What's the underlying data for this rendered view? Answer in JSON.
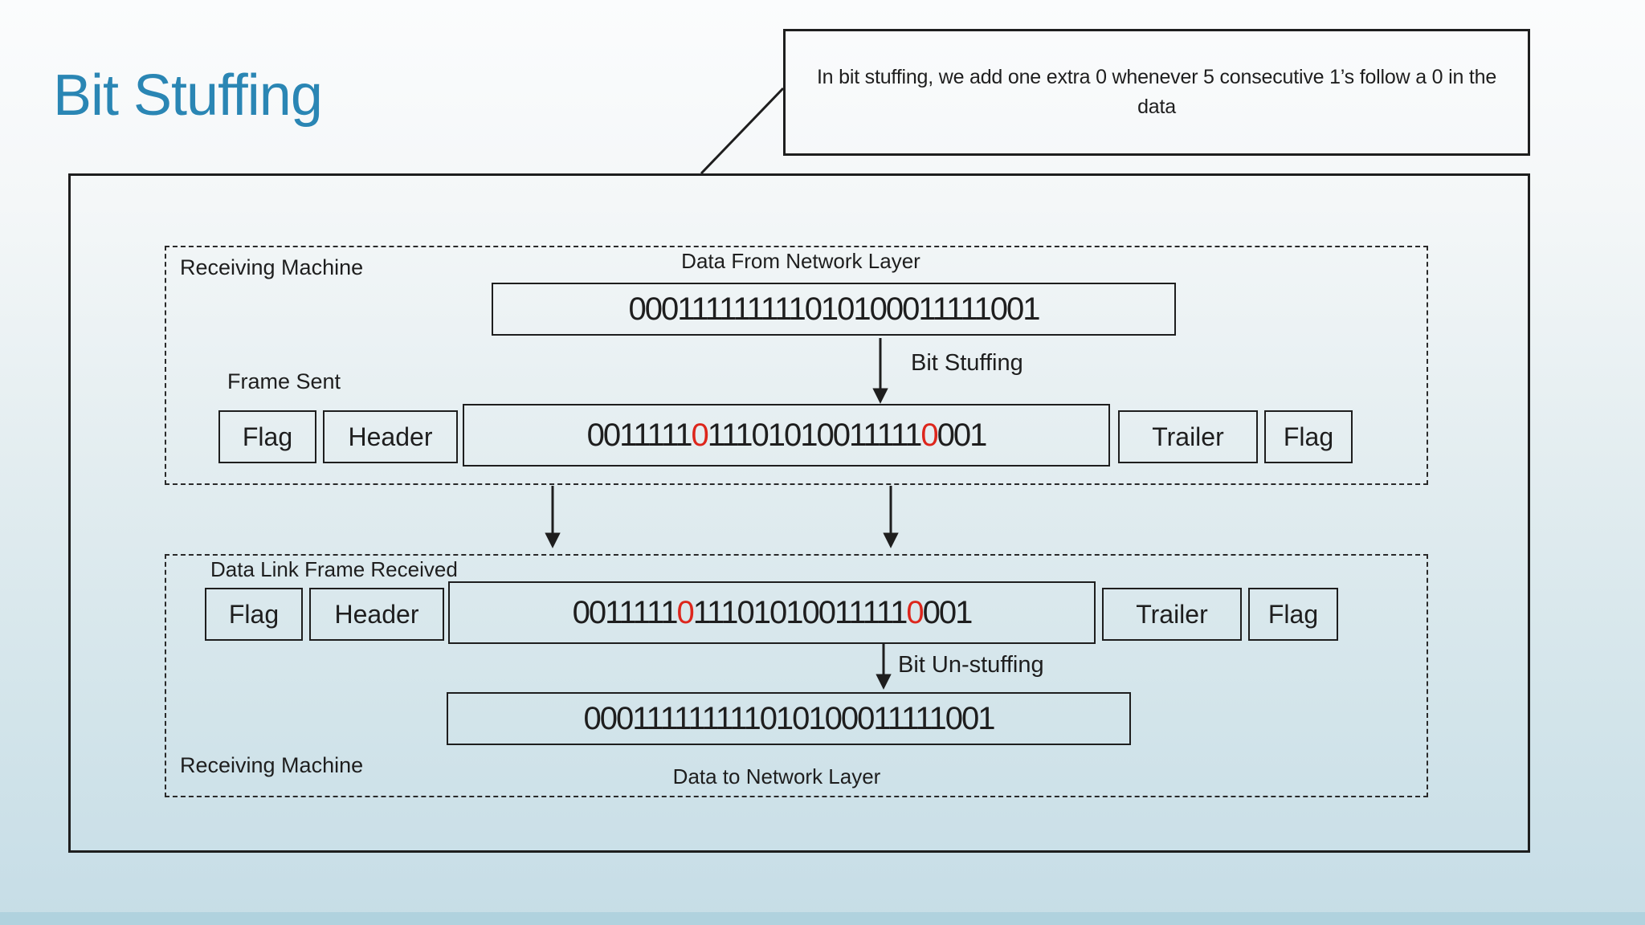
{
  "slide": {
    "title": "Bit Stuffing"
  },
  "callout": {
    "text": "In bit stuffing, we add one extra 0 whenever 5 consecutive 1’s follow a 0 in the data"
  },
  "colors": {
    "title_blue": "#2A86B4",
    "stuffed_bit_red": "#DD261C",
    "ink": "#1E1E1E"
  },
  "sender": {
    "machine_label": "Receiving Machine",
    "data_label": "Data From Network Layer",
    "data_bits": "000111111111010100011111001",
    "stuffing_arrow_label": "Bit Stuffing",
    "frame_label": "Frame Sent",
    "frame": {
      "flag_left": "Flag",
      "header": "Header",
      "payload_bits": "00111110111010100111110001",
      "payload_segments": [
        {
          "text": "0011111",
          "stuffed": false
        },
        {
          "text": "0",
          "stuffed": true
        },
        {
          "text": "11101010011111",
          "stuffed": false
        },
        {
          "text": "0",
          "stuffed": true
        },
        {
          "text": "001",
          "stuffed": false
        }
      ],
      "trailer": "Trailer",
      "flag_right": "Flag"
    }
  },
  "receiver": {
    "frame_label": "Data Link Frame Received",
    "frame": {
      "flag_left": "Flag",
      "header": "Header",
      "payload_bits": "00111110111010100111110001",
      "payload_segments": [
        {
          "text": "0011111",
          "stuffed": false
        },
        {
          "text": "0",
          "stuffed": true
        },
        {
          "text": "11101010011111",
          "stuffed": false
        },
        {
          "text": "0",
          "stuffed": true
        },
        {
          "text": "001",
          "stuffed": false
        }
      ],
      "trailer": "Trailer",
      "flag_right": "Flag"
    },
    "unstuffing_arrow_label": "Bit Un-stuffing",
    "data_bits": "000111111111010100011111001",
    "machine_label": "Receiving Machine",
    "data_label": "Data to Network Layer"
  }
}
